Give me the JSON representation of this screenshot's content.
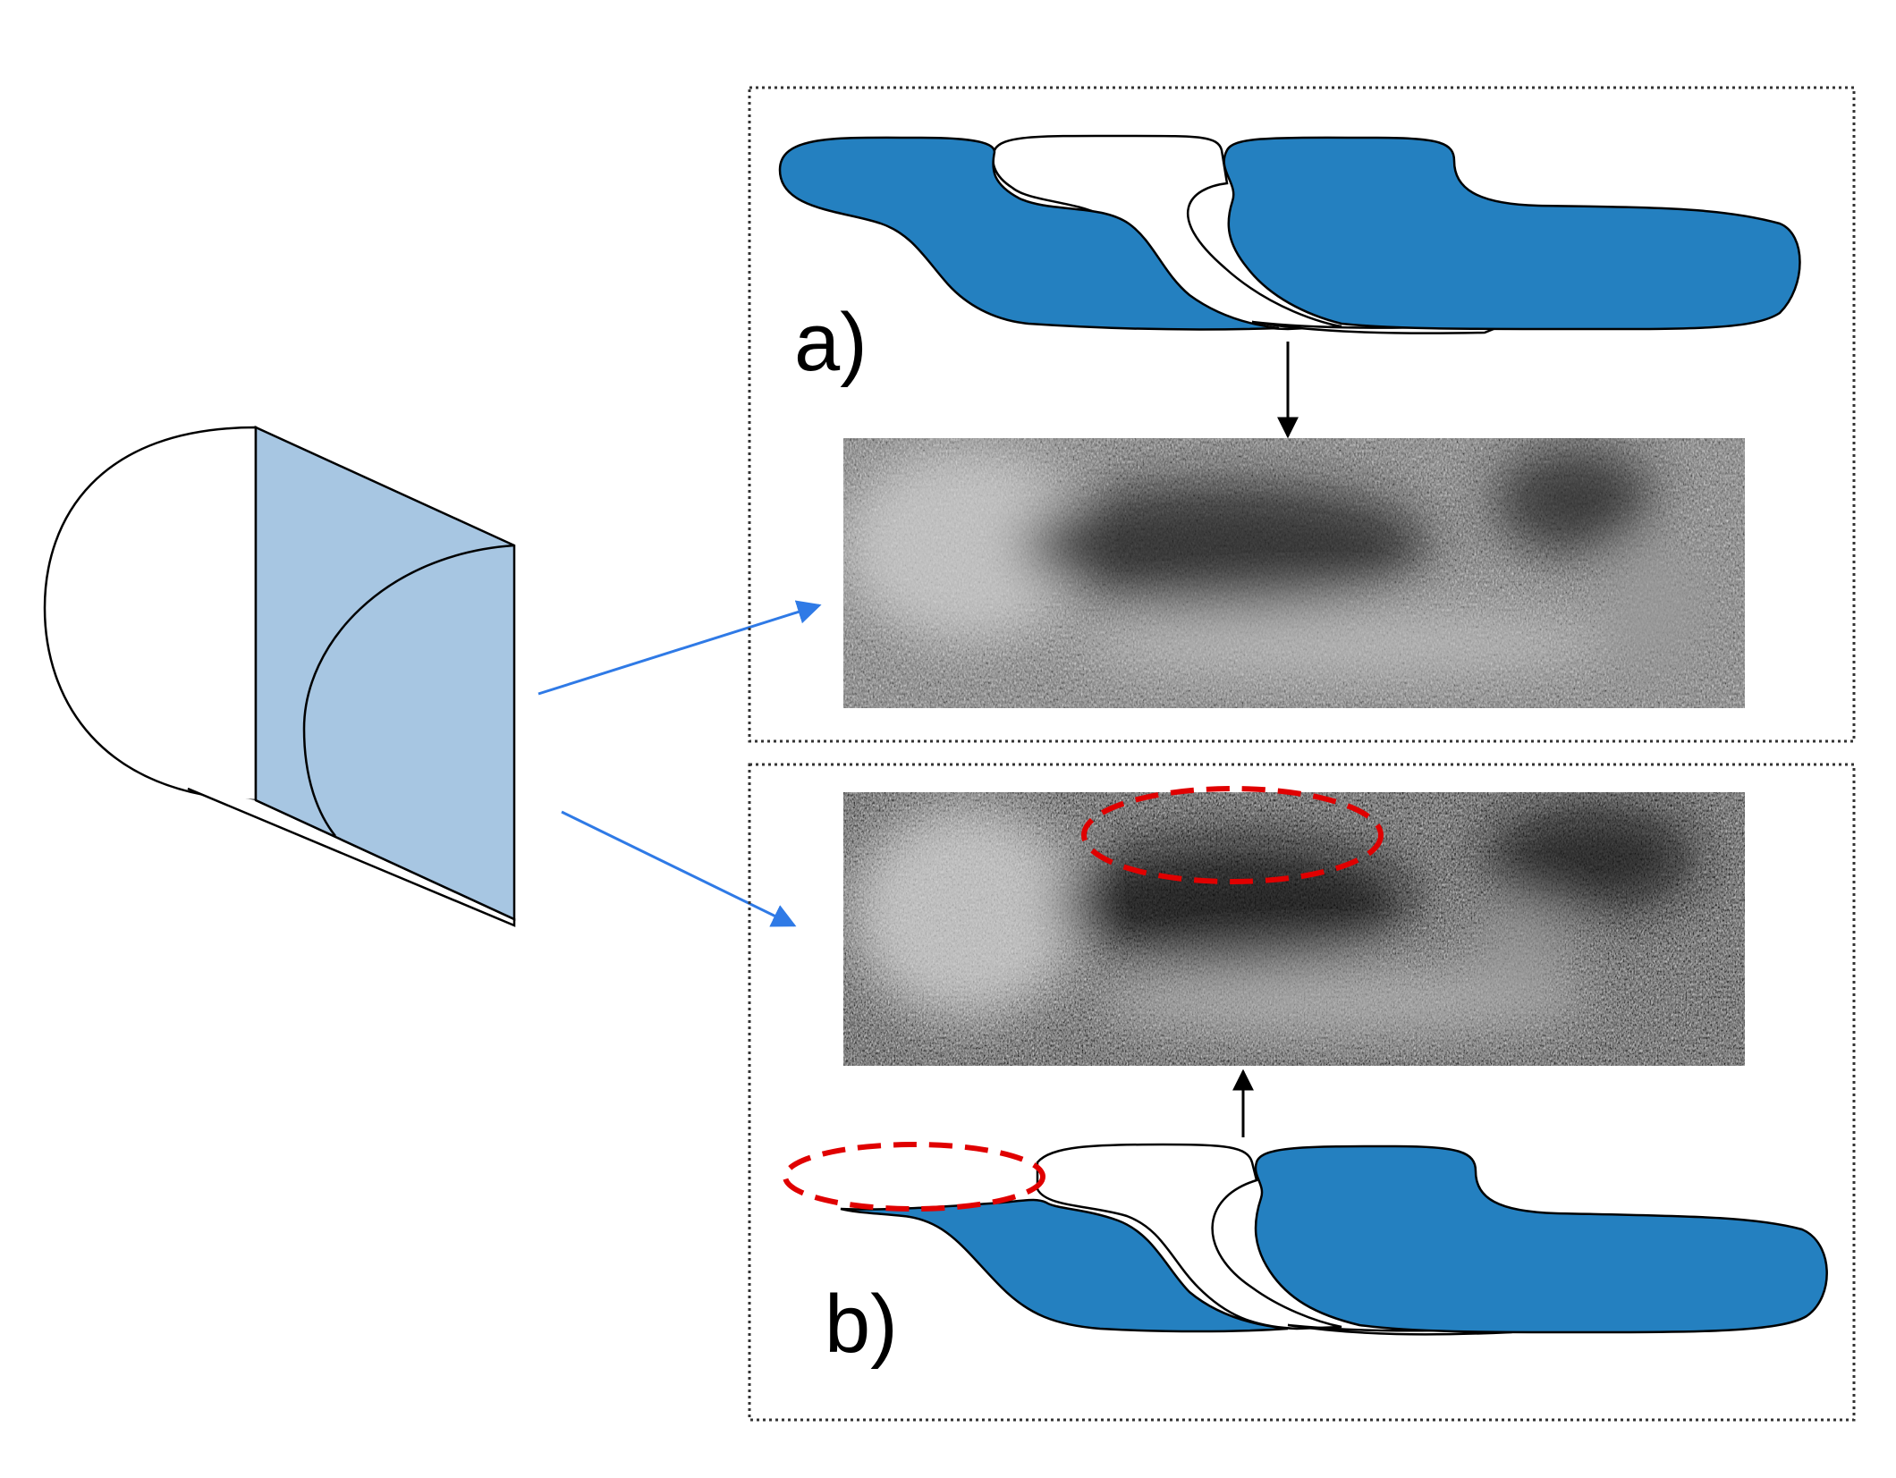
{
  "colors": {
    "domain_fill": "#2480c0",
    "domain_outline": "#000000",
    "section_fill": "#a7c6e2",
    "blue_arrow": "#2f7ae6",
    "highlight_ellipse": "#e00000",
    "frame": "#333333",
    "micrograph_dark": "#161616",
    "micrograph_light": "#d9d9d9"
  },
  "panels": {
    "a": {
      "label": "a)"
    },
    "b": {
      "label": "b)"
    }
  },
  "icons": {
    "specimen": "half-dome-specimen-icon",
    "micrograph": "grayscale-micrograph-image"
  }
}
